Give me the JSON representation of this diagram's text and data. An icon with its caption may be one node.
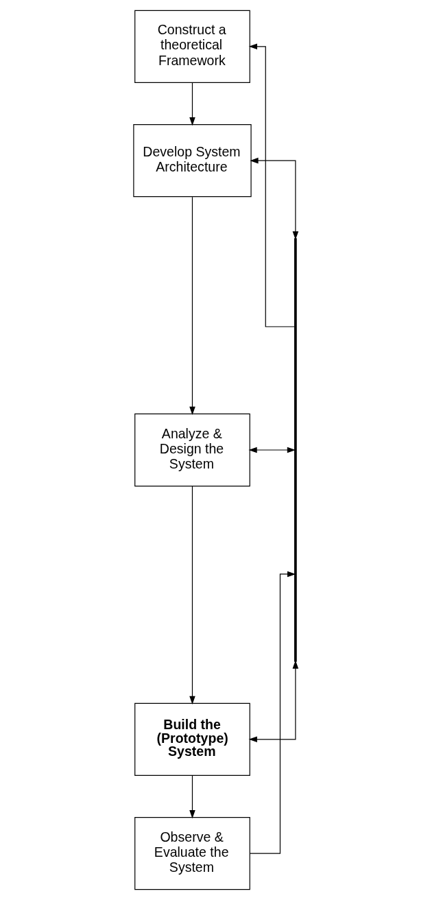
{
  "diagram": {
    "nodes": [
      {
        "text": [
          "Construct a theoretical Framework"
        ]
      },
      {
        "text": [
          "Develop System Architecture"
        ]
      },
      {
        "text": [
          "Analyze & Design the System"
        ]
      },
      {
        "text": [
          "Build the (Prototype) System"
        ]
      },
      {
        "text": [
          "Observe & Evaluate the System"
        ]
      },
      {
        "text": [],
        "shape": "bar"
      }
    ],
    "edges": [
      {
        "from": 0,
        "to": 1,
        "arrow": "to"
      },
      {
        "from": 1,
        "to": 2,
        "arrow": "to"
      },
      {
        "from": 2,
        "to": 3,
        "arrow": "to"
      },
      {
        "from": 3,
        "to": 4,
        "arrow": "to"
      },
      {
        "from": 4,
        "to": 5,
        "arrow": "to"
      },
      {
        "from": 5,
        "to": 0,
        "arrow": "to"
      },
      {
        "from": 5,
        "to": 1,
        "arrow": "both"
      },
      {
        "from": 5,
        "to": 2,
        "arrow": "both"
      },
      {
        "from": 5,
        "to": 3,
        "arrow": "both"
      }
    ]
  }
}
